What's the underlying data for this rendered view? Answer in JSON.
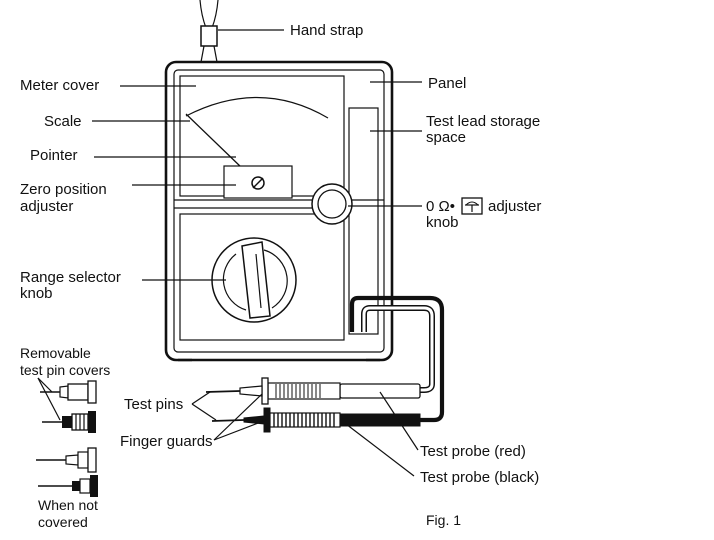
{
  "labels": {
    "hand_strap": "Hand strap",
    "meter_cover": "Meter cover",
    "panel": "Panel",
    "scale": "Scale",
    "test_lead_storage_1": "Test lead storage",
    "test_lead_storage_2": "space",
    "pointer": "Pointer",
    "zero_position_1": "Zero position",
    "zero_position_2": "adjuster",
    "ohm_adjuster_prefix": "0 Ω•",
    "ohm_adjuster_suffix": "adjuster",
    "ohm_adjuster_2": "knob",
    "range_selector_1": "Range selector",
    "range_selector_2": "knob",
    "removable_1": "Removable",
    "removable_2": "test pin covers",
    "test_pins": "Test pins",
    "finger_guards": "Finger guards",
    "probe_red": "Test probe (red)",
    "probe_black": "Test probe (black)",
    "not_covered_1": "When not",
    "not_covered_2": "covered",
    "figure": "Fig. 1"
  }
}
